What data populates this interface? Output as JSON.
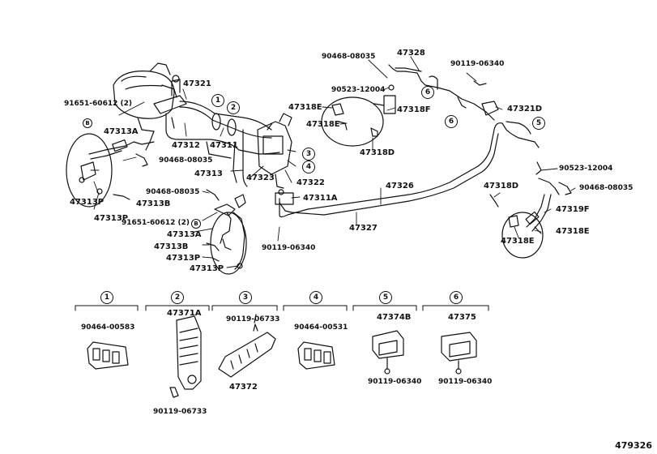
{
  "diagram": {
    "figure_id": "479326",
    "labels": {
      "p47321": "47321",
      "p91651a": "91651-60612 (2)",
      "pB1": "B",
      "p47313A_a": "47313A",
      "p47312": "47312",
      "p47311": "47311",
      "p90468_a": "90468-08035",
      "p47313": "47313",
      "p47323": "47323",
      "p47322": "47322",
      "p47313P_a": "47313P",
      "p47313B_a": "47313B",
      "p47313P_b": "47313P",
      "p90468_b": "90468-08035",
      "p91651b": "91651-60612 (2)",
      "pB2": "B",
      "p47313A_b": "47313A",
      "p47313B_b": "47313B",
      "p47313P_c": "47313P",
      "p47313P_d": "47313P",
      "p47311A": "47311A",
      "p90119_a": "90119-06340",
      "p47326": "47326",
      "p47327": "47327",
      "p90468_c": "90468-08035",
      "p47328": "47328",
      "p90119_b": "90119-06340",
      "p90523_a": "90523-12004",
      "p47318E_a": "47318E",
      "p47318F": "47318F",
      "p47318E_b": "47318E",
      "p47318D_a": "47318D",
      "p47321D": "47321D",
      "p90523_b": "90523-12004",
      "p90468_d": "90468-08035",
      "p47318D_b": "47318D",
      "p47319F": "47319F",
      "p47318E_c": "47318E",
      "p47318E_d": "47318E"
    },
    "callouts": [
      "1",
      "2",
      "3",
      "4",
      "5",
      "6"
    ],
    "legend": [
      {
        "num": "1",
        "parts": [
          "90464-00583"
        ]
      },
      {
        "num": "2",
        "parts": [
          "47371A",
          "90119-06733"
        ]
      },
      {
        "num": "3",
        "parts": [
          "90119-06733",
          "47372"
        ]
      },
      {
        "num": "4",
        "parts": [
          "90464-00531"
        ]
      },
      {
        "num": "5",
        "parts": [
          "47374B",
          "90119-06340"
        ]
      },
      {
        "num": "6",
        "parts": [
          "47375",
          "90119-06340"
        ]
      }
    ]
  }
}
